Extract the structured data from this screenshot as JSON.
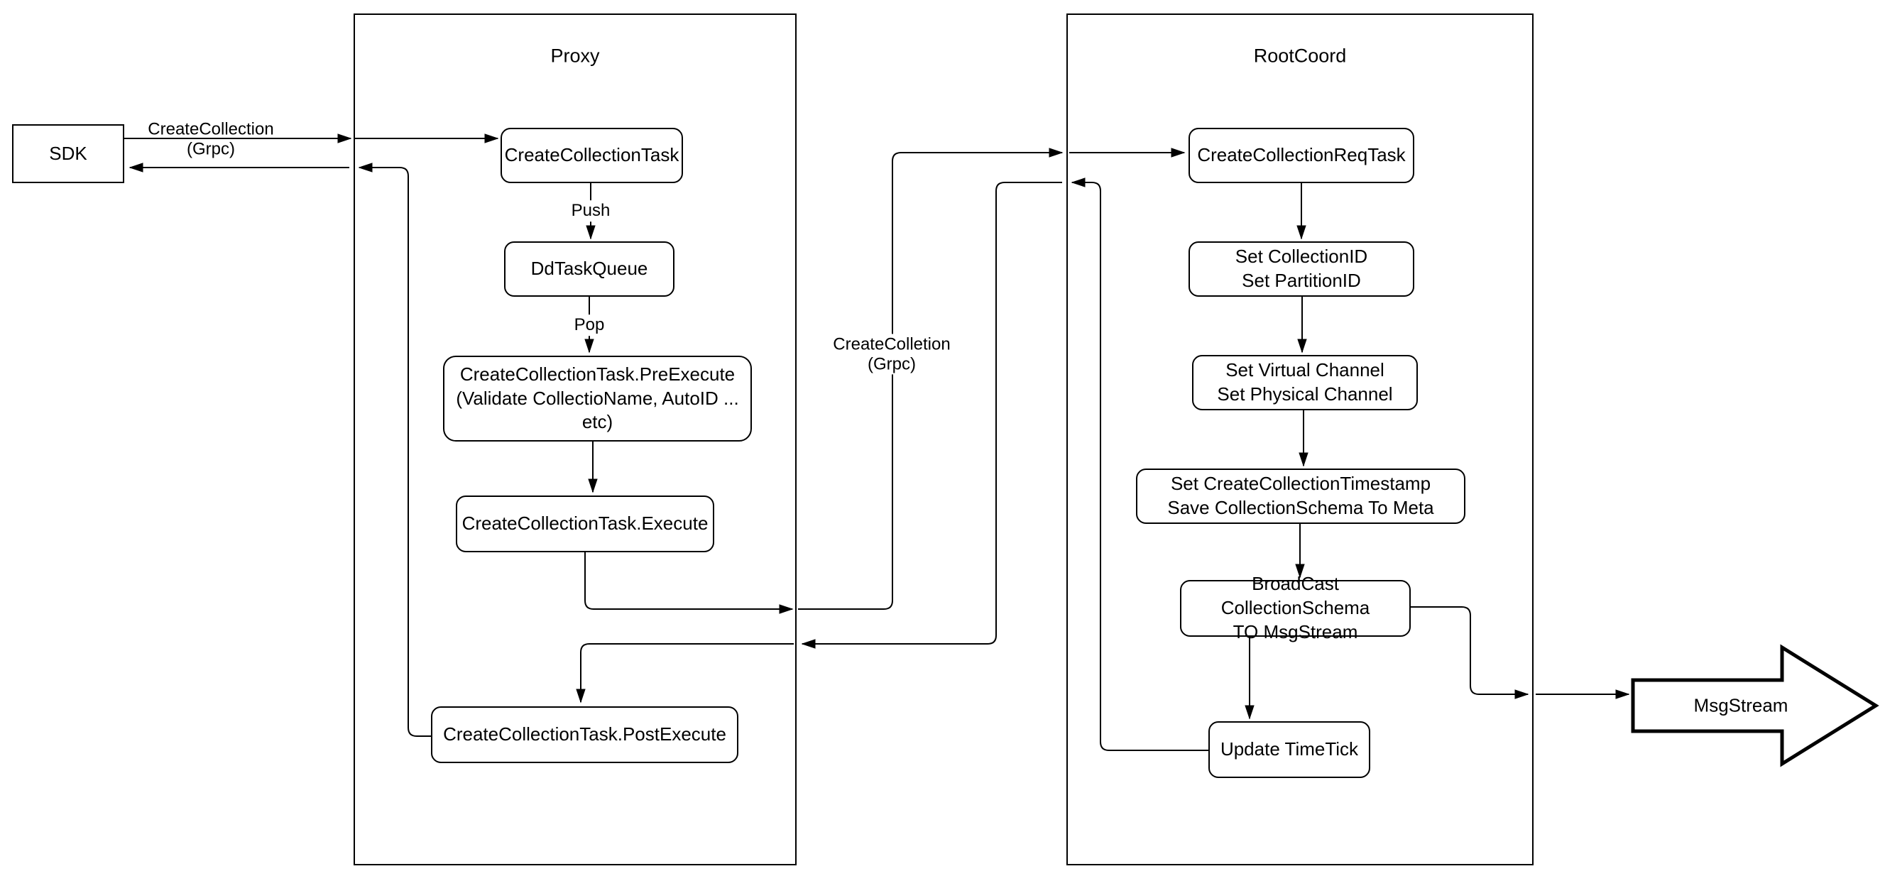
{
  "colors": {
    "stroke": "#000000",
    "background": "#ffffff"
  },
  "containers": {
    "proxy": {
      "title": "Proxy"
    },
    "rootcoord": {
      "title": "RootCoord"
    }
  },
  "nodes": {
    "sdk": {
      "label": "SDK"
    },
    "create_collection_task": {
      "label": "CreateCollectionTask"
    },
    "dd_task_queue": {
      "label": "DdTaskQueue"
    },
    "pre_execute": {
      "line1": "CreateCollectionTask.PreExecute",
      "line2": "(Validate CollectioName, AutoID ... etc)"
    },
    "execute": {
      "label": "CreateCollectionTask.Execute"
    },
    "post_execute": {
      "label": "CreateCollectionTask.PostExecute"
    },
    "create_collection_req_task": {
      "label": "CreateCollectionReqTask"
    },
    "set_ids": {
      "line1": "Set CollectionID",
      "line2": "Set PartitionID"
    },
    "set_channels": {
      "line1": "Set Virtual Channel",
      "line2": "Set Physical Channel"
    },
    "set_timestamp": {
      "line1": "Set CreateCollectionTimestamp",
      "line2": "Save CollectionSchema To Meta"
    },
    "broadcast": {
      "line1": "BroadCast CollectionSchema",
      "line2": "TO MsgStream"
    },
    "update_timetick": {
      "label": "Update TimeTick"
    },
    "msgstream": {
      "label": "MsgStream"
    }
  },
  "edge_labels": {
    "sdk_grpc": {
      "line1": "CreateCollection",
      "line2": "(Grpc)"
    },
    "push": "Push",
    "pop": "Pop",
    "internal_grpc": {
      "line1": "CreateColletion",
      "line2": "(Grpc)"
    }
  }
}
